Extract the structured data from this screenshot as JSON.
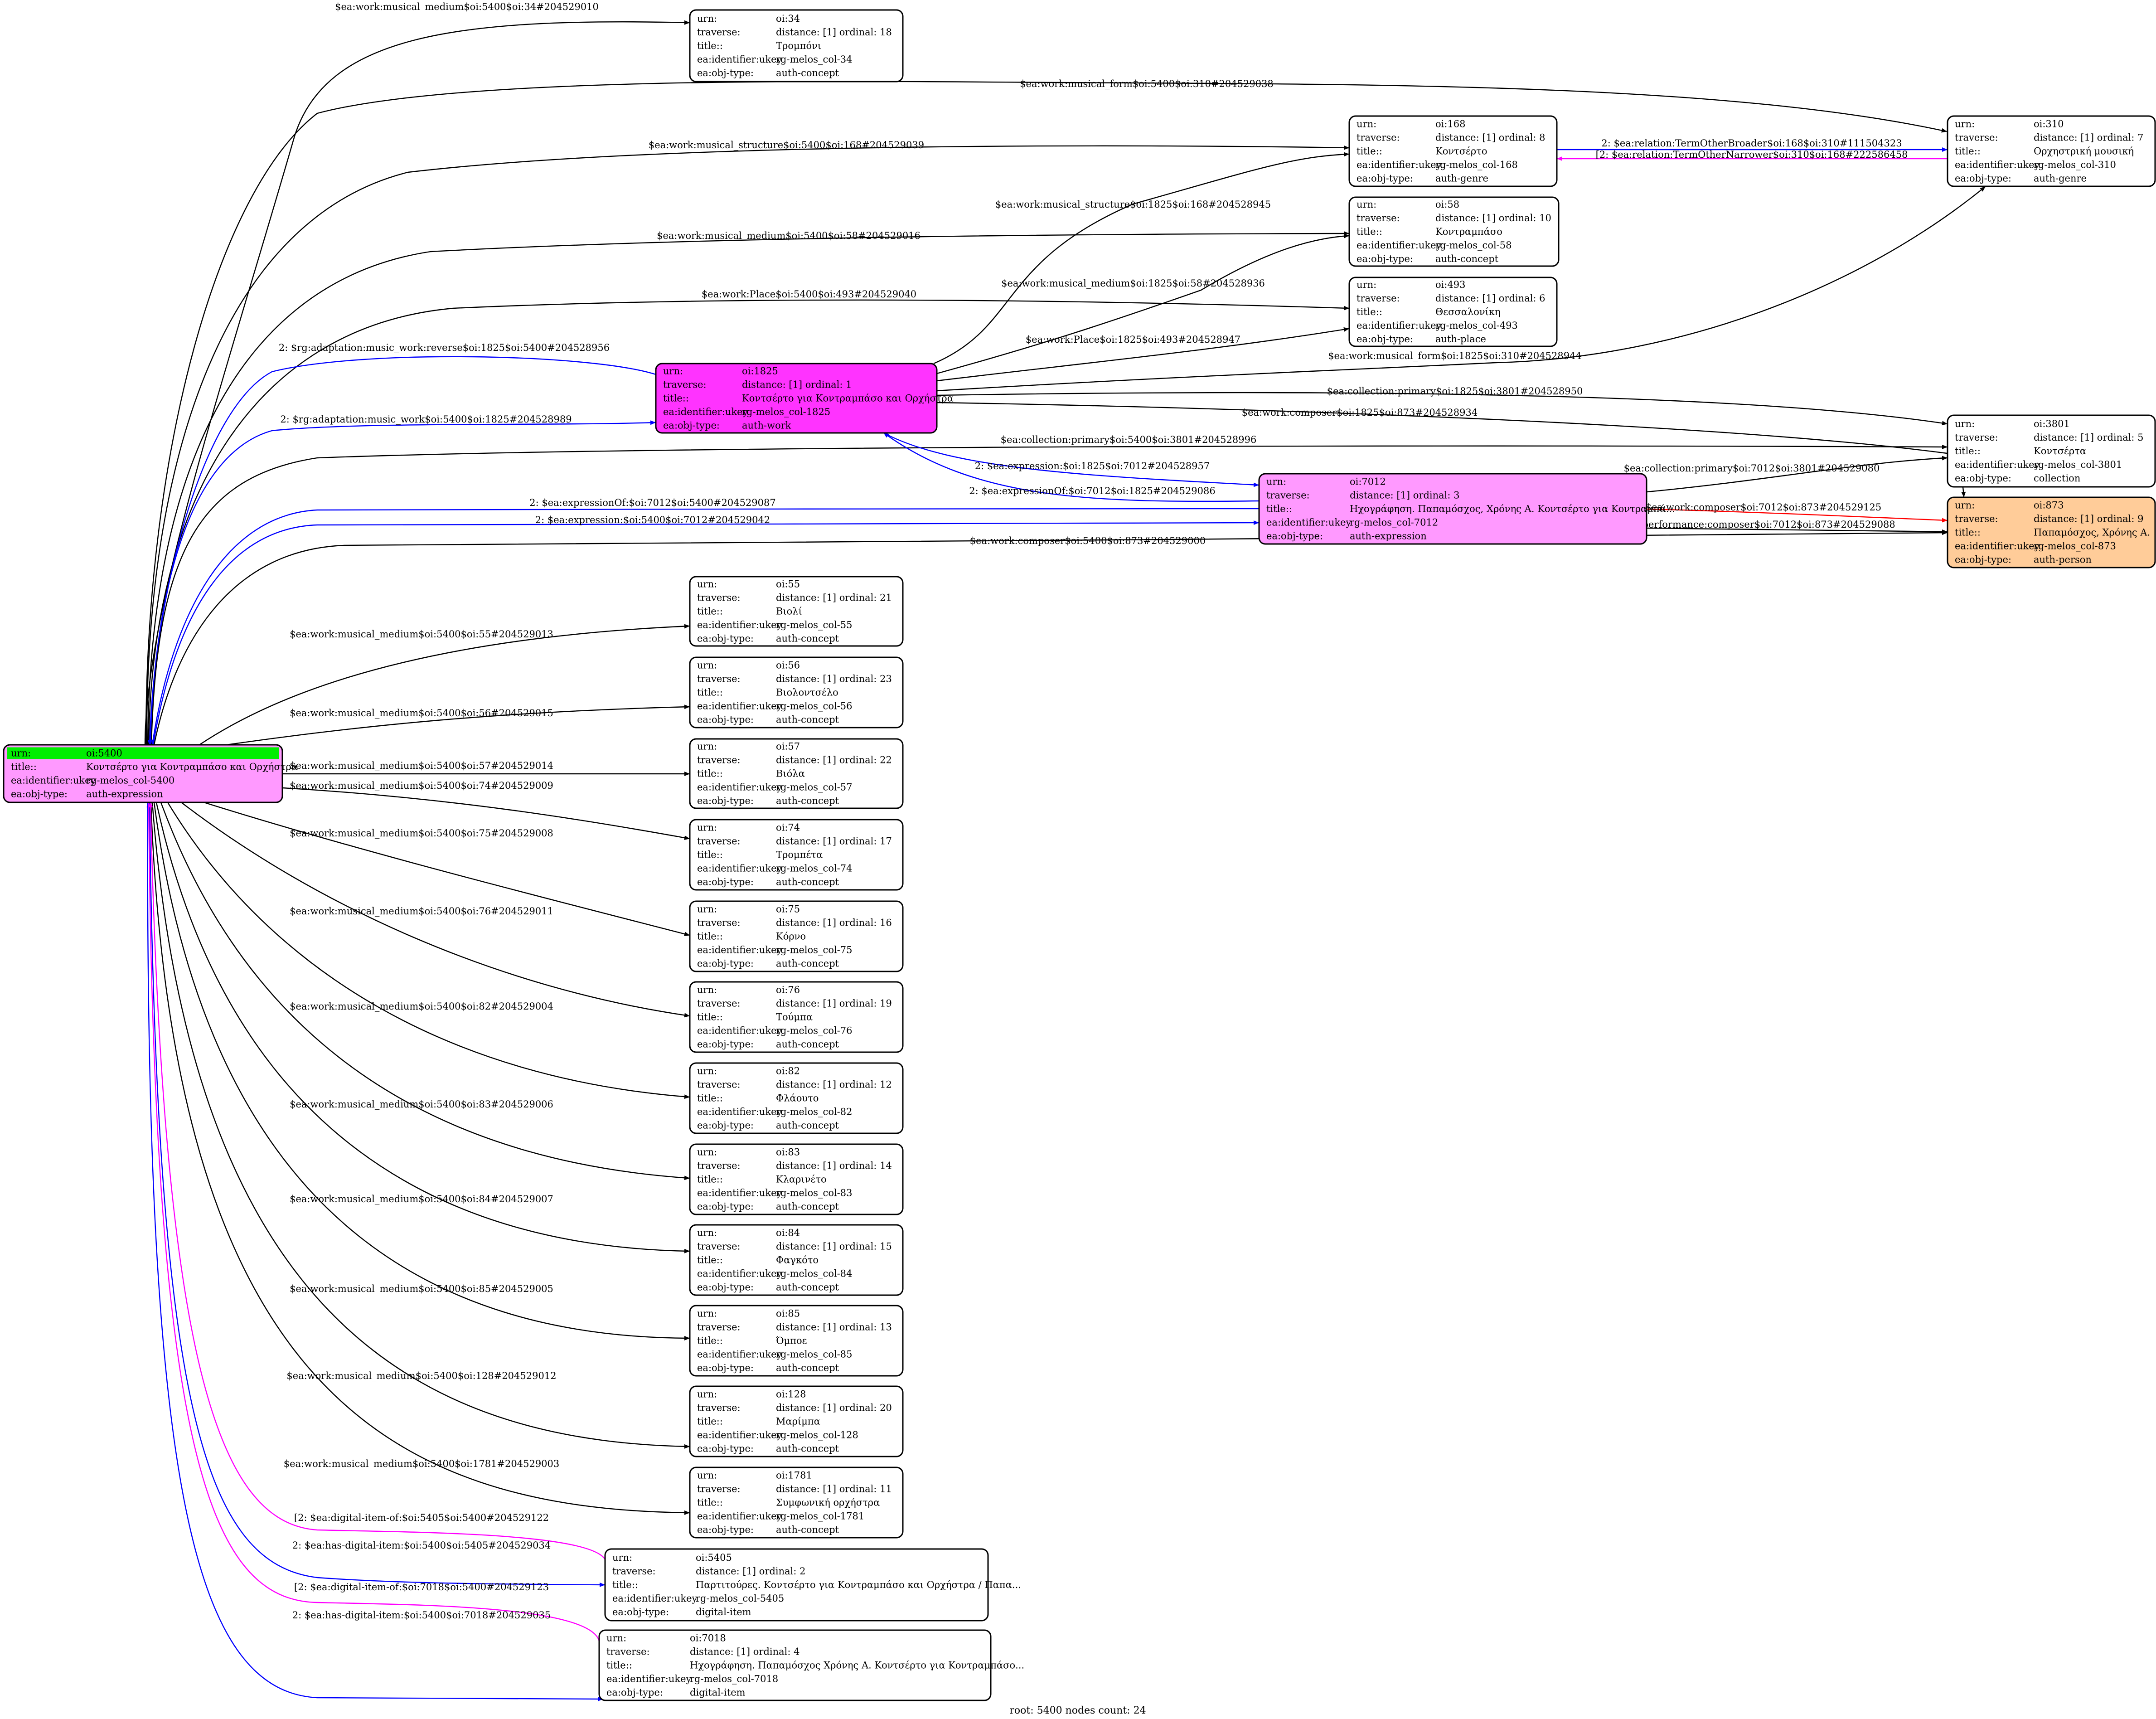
{
  "footer": "root: 5400 nodes count: 24",
  "colors": {
    "root_fill": "#ff99ff",
    "root_urn_highlight": "#00ee00",
    "work_fill": "#ff33ff",
    "expression_fill": "#ff99ff",
    "person_fill": "#ffcc99",
    "default_fill": "#ffffff",
    "edge_black": "#000000",
    "edge_blue": "#0000ff",
    "edge_magenta": "#ff00ff",
    "edge_red": "#ff0000"
  },
  "nodes": {
    "n5400": {
      "rows": [
        [
          "urn:",
          "oi:5400"
        ],
        [
          "title::",
          "Κοντσέρτο για Κοντραμπάσο και Ορχήστρα"
        ],
        [
          "ea:identifier:ukey",
          "rg-melos_col-5400"
        ],
        [
          "ea:obj-type:",
          "auth-expression"
        ]
      ]
    },
    "n34": {
      "rows": [
        [
          "urn:",
          "oi:34"
        ],
        [
          "traverse:",
          "distance: [1]     ordinal: 18"
        ],
        [
          "title::",
          "Τρομπόνι"
        ],
        [
          "ea:identifier:ukey",
          "rg-melos_col-34"
        ],
        [
          "ea:obj-type:",
          "auth-concept"
        ]
      ]
    },
    "n168": {
      "rows": [
        [
          "urn:",
          "oi:168"
        ],
        [
          "traverse:",
          "distance: [1]     ordinal: 8"
        ],
        [
          "title::",
          "Κοντσέρτο"
        ],
        [
          "ea:identifier:ukey",
          "rg-melos_col-168"
        ],
        [
          "ea:obj-type:",
          "auth-genre"
        ]
      ]
    },
    "n310": {
      "rows": [
        [
          "urn:",
          "oi:310"
        ],
        [
          "traverse:",
          "distance: [1]     ordinal: 7"
        ],
        [
          "title::",
          "Ορχηστρική μουσική"
        ],
        [
          "ea:identifier:ukey",
          "rg-melos_col-310"
        ],
        [
          "ea:obj-type:",
          "auth-genre"
        ]
      ]
    },
    "n58": {
      "rows": [
        [
          "urn:",
          "oi:58"
        ],
        [
          "traverse:",
          "distance: [1]     ordinal: 10"
        ],
        [
          "title::",
          "Κοντραμπάσο"
        ],
        [
          "ea:identifier:ukey",
          "rg-melos_col-58"
        ],
        [
          "ea:obj-type:",
          "auth-concept"
        ]
      ]
    },
    "n493": {
      "rows": [
        [
          "urn:",
          "oi:493"
        ],
        [
          "traverse:",
          "distance: [1]     ordinal: 6"
        ],
        [
          "title::",
          "Θεσσαλονίκη"
        ],
        [
          "ea:identifier:ukey",
          "rg-melos_col-493"
        ],
        [
          "ea:obj-type:",
          "auth-place"
        ]
      ]
    },
    "n1825": {
      "rows": [
        [
          "urn:",
          "oi:1825"
        ],
        [
          "traverse:",
          "distance: [1]     ordinal: 1"
        ],
        [
          "title::",
          "Κοντσέρτο για Κοντραμπάσο και Ορχήστρα"
        ],
        [
          "ea:identifier:ukey",
          "rg-melos_col-1825"
        ],
        [
          "ea:obj-type:",
          "auth-work"
        ]
      ]
    },
    "n3801": {
      "rows": [
        [
          "urn:",
          "oi:3801"
        ],
        [
          "traverse:",
          "distance: [1]     ordinal: 5"
        ],
        [
          "title::",
          "Κοντσέρτα"
        ],
        [
          "ea:identifier:ukey",
          "rg-melos_col-3801"
        ],
        [
          "ea:obj-type:",
          "collection"
        ]
      ]
    },
    "n7012": {
      "rows": [
        [
          "urn:",
          "oi:7012"
        ],
        [
          "traverse:",
          "distance: [1]     ordinal: 3"
        ],
        [
          "title::",
          "Ηχογράφηση. Παπαμόσχος, Χρόνης Α. Κοντσέρτο για Κοντραμπά..."
        ],
        [
          "ea:identifier:ukey",
          "rg-melos_col-7012"
        ],
        [
          "ea:obj-type:",
          "auth-expression"
        ]
      ]
    },
    "n873": {
      "rows": [
        [
          "urn:",
          "oi:873"
        ],
        [
          "traverse:",
          "distance: [1]     ordinal: 9"
        ],
        [
          "title::",
          "Παπαμόσχος, Χρόνης Α."
        ],
        [
          "ea:identifier:ukey",
          "rg-melos_col-873"
        ],
        [
          "ea:obj-type:",
          "auth-person"
        ]
      ]
    },
    "n55": {
      "rows": [
        [
          "urn:",
          "oi:55"
        ],
        [
          "traverse:",
          "distance: [1]     ordinal: 21"
        ],
        [
          "title::",
          "Βιολί"
        ],
        [
          "ea:identifier:ukey",
          "rg-melos_col-55"
        ],
        [
          "ea:obj-type:",
          "auth-concept"
        ]
      ]
    },
    "n56": {
      "rows": [
        [
          "urn:",
          "oi:56"
        ],
        [
          "traverse:",
          "distance: [1]     ordinal: 23"
        ],
        [
          "title::",
          "Βιολοντσέλο"
        ],
        [
          "ea:identifier:ukey",
          "rg-melos_col-56"
        ],
        [
          "ea:obj-type:",
          "auth-concept"
        ]
      ]
    },
    "n57": {
      "rows": [
        [
          "urn:",
          "oi:57"
        ],
        [
          "traverse:",
          "distance: [1]     ordinal: 22"
        ],
        [
          "title::",
          "Βιόλα"
        ],
        [
          "ea:identifier:ukey",
          "rg-melos_col-57"
        ],
        [
          "ea:obj-type:",
          "auth-concept"
        ]
      ]
    },
    "n74": {
      "rows": [
        [
          "urn:",
          "oi:74"
        ],
        [
          "traverse:",
          "distance: [1]     ordinal: 17"
        ],
        [
          "title::",
          "Τρομπέτα"
        ],
        [
          "ea:identifier:ukey",
          "rg-melos_col-74"
        ],
        [
          "ea:obj-type:",
          "auth-concept"
        ]
      ]
    },
    "n75": {
      "rows": [
        [
          "urn:",
          "oi:75"
        ],
        [
          "traverse:",
          "distance: [1]     ordinal: 16"
        ],
        [
          "title::",
          "Κόρνο"
        ],
        [
          "ea:identifier:ukey",
          "rg-melos_col-75"
        ],
        [
          "ea:obj-type:",
          "auth-concept"
        ]
      ]
    },
    "n76": {
      "rows": [
        [
          "urn:",
          "oi:76"
        ],
        [
          "traverse:",
          "distance: [1]     ordinal: 19"
        ],
        [
          "title::",
          "Τούμπα"
        ],
        [
          "ea:identifier:ukey",
          "rg-melos_col-76"
        ],
        [
          "ea:obj-type:",
          "auth-concept"
        ]
      ]
    },
    "n82": {
      "rows": [
        [
          "urn:",
          "oi:82"
        ],
        [
          "traverse:",
          "distance: [1]     ordinal: 12"
        ],
        [
          "title::",
          "Φλάουτο"
        ],
        [
          "ea:identifier:ukey",
          "rg-melos_col-82"
        ],
        [
          "ea:obj-type:",
          "auth-concept"
        ]
      ]
    },
    "n83": {
      "rows": [
        [
          "urn:",
          "oi:83"
        ],
        [
          "traverse:",
          "distance: [1]     ordinal: 14"
        ],
        [
          "title::",
          "Κλαρινέτο"
        ],
        [
          "ea:identifier:ukey",
          "rg-melos_col-83"
        ],
        [
          "ea:obj-type:",
          "auth-concept"
        ]
      ]
    },
    "n84": {
      "rows": [
        [
          "urn:",
          "oi:84"
        ],
        [
          "traverse:",
          "distance: [1]     ordinal: 15"
        ],
        [
          "title::",
          "Φαγκότο"
        ],
        [
          "ea:identifier:ukey",
          "rg-melos_col-84"
        ],
        [
          "ea:obj-type:",
          "auth-concept"
        ]
      ]
    },
    "n85": {
      "rows": [
        [
          "urn:",
          "oi:85"
        ],
        [
          "traverse:",
          "distance: [1]     ordinal: 13"
        ],
        [
          "title::",
          "Όμποε"
        ],
        [
          "ea:identifier:ukey",
          "rg-melos_col-85"
        ],
        [
          "ea:obj-type:",
          "auth-concept"
        ]
      ]
    },
    "n128": {
      "rows": [
        [
          "urn:",
          "oi:128"
        ],
        [
          "traverse:",
          "distance: [1]     ordinal: 20"
        ],
        [
          "title::",
          "Μαρίμπα"
        ],
        [
          "ea:identifier:ukey",
          "rg-melos_col-128"
        ],
        [
          "ea:obj-type:",
          "auth-concept"
        ]
      ]
    },
    "n1781": {
      "rows": [
        [
          "urn:",
          "oi:1781"
        ],
        [
          "traverse:",
          "distance: [1]     ordinal: 11"
        ],
        [
          "title::",
          "Συμφωνική ορχήστρα"
        ],
        [
          "ea:identifier:ukey",
          "rg-melos_col-1781"
        ],
        [
          "ea:obj-type:",
          "auth-concept"
        ]
      ]
    },
    "n5405": {
      "rows": [
        [
          "urn:",
          "oi:5405"
        ],
        [
          "traverse:",
          "distance: [1]     ordinal: 2"
        ],
        [
          "title::",
          "Παρτιτούρες. Κοντσέρτο για Κοντραμπάσο και Ορχήστρα / Παπα..."
        ],
        [
          "ea:identifier:ukey",
          "rg-melos_col-5405"
        ],
        [
          "ea:obj-type:",
          "digital-item"
        ]
      ]
    },
    "n7018": {
      "rows": [
        [
          "urn:",
          "oi:7018"
        ],
        [
          "traverse:",
          "distance: [1]     ordinal: 4"
        ],
        [
          "title::",
          "Ηχογράφηση. Παπαμόσχος Χρόνης Α. Κοντσέρτο για Κοντραμπάσο..."
        ],
        [
          "ea:identifier:ukey",
          "rg-melos_col-7018"
        ],
        [
          "ea:obj-type:",
          "digital-item"
        ]
      ]
    }
  },
  "edges": {
    "e1": "$ea:work:musical_medium$oi:5400$oi:34#204529010",
    "e2": "$ea:work:musical_form$oi:5400$oi:310#204529038",
    "e3": "$ea:work:musical_structure$oi:5400$oi:168#204529039",
    "e4": "$ea:work:musical_medium$oi:5400$oi:58#204529016",
    "e5": "$ea:work:Place$oi:5400$oi:493#204529040",
    "e6": "2: $rg:adaptation:music_work:reverse$oi:1825$oi:5400#204528956",
    "e7": "2: $rg:adaptation:music_work$oi:5400$oi:1825#204528989",
    "e8": "$ea:collection:primary$oi:5400$oi:3801#204528996",
    "e9": "2: $ea:expressionOf:$oi:7012$oi:5400#204529087",
    "e10": "2: $ea:expression:$oi:5400$oi:7012#204529042",
    "e11": "$ea:work:composer$oi:5400$oi:873#204529000",
    "e12": "$ea:work:musical_medium$oi:5400$oi:55#204529013",
    "e13": "$ea:work:musical_medium$oi:5400$oi:56#204529015",
    "e14": "$ea:work:musical_medium$oi:5400$oi:57#204529014",
    "e15": "$ea:work:musical_medium$oi:5400$oi:74#204529009",
    "e16": "$ea:work:musical_medium$oi:5400$oi:75#204529008",
    "e17": "$ea:work:musical_medium$oi:5400$oi:76#204529011",
    "e18": "$ea:work:musical_medium$oi:5400$oi:82#204529004",
    "e19": "$ea:work:musical_medium$oi:5400$oi:83#204529006",
    "e20": "$ea:work:musical_medium$oi:5400$oi:84#204529007",
    "e21": "$ea:work:musical_medium$oi:5400$oi:85#204529005",
    "e22": "$ea:work:musical_medium$oi:5400$oi:128#204529012",
    "e23": "$ea:work:musical_medium$oi:5400$oi:1781#204529003",
    "e24": "[2: $ea:digital-item-of:$oi:5405$oi:5400#204529122",
    "e25": "2: $ea:has-digital-item:$oi:5400$oi:5405#204529034",
    "e26": "[2: $ea:digital-item-of:$oi:7018$oi:5400#204529123",
    "e27": "2: $ea:has-digital-item:$oi:5400$oi:7018#204529035",
    "e28": "$ea:work:musical_structure$oi:1825$oi:168#204528945",
    "e29": "$ea:work:musical_medium$oi:1825$oi:58#204528936",
    "e30": "$ea:work:Place$oi:1825$oi:493#204528947",
    "e31": "$ea:work:musical_form$oi:1825$oi:310#204528944",
    "e32": "$ea:collection:primary$oi:1825$oi:3801#204528950",
    "e33": "$ea:work:composer$oi:1825$oi:873#204528934",
    "e34": "2: $ea:expression:$oi:1825$oi:7012#204528957",
    "e35": "2: $ea:expressionOf:$oi:7012$oi:1825#204529086",
    "e36": "$ea:collection:primary$oi:7012$oi:3801#204529080",
    "e37": "[: $ea:work:composer$oi:7012$oi:873#204529125",
    "e38": "$ea:performance:composer$oi:7012$oi:873#204529088",
    "e39": "2: $ea:relation:TermOtherBroader$oi:168$oi:310#111504323",
    "e40": "[2: $ea:relation:TermOtherNarrower$oi:310$oi:168#222586458"
  }
}
